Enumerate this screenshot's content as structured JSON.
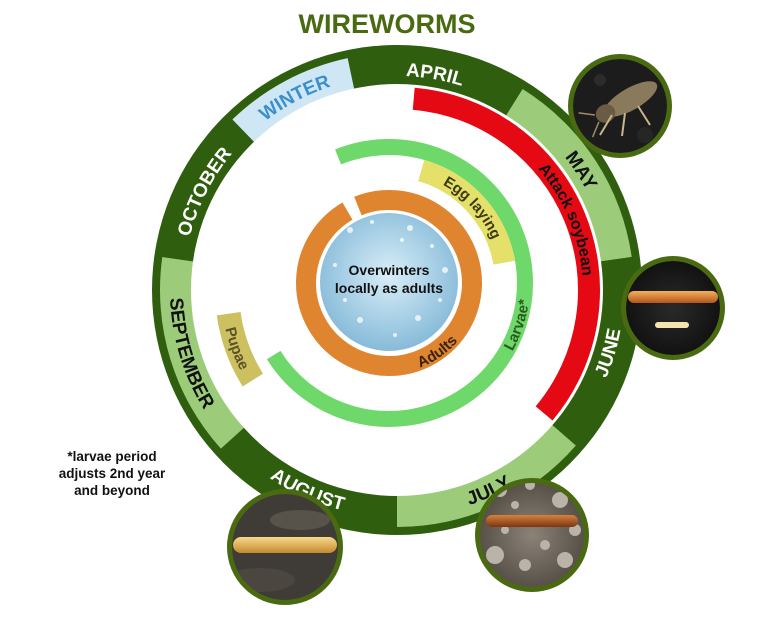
{
  "title": "WIREWORMS",
  "months": [
    {
      "key": "winter",
      "label": "WINTER",
      "fill": "#cfe7f5",
      "text": "#3a8fcc"
    },
    {
      "key": "april",
      "label": "APRIL",
      "fill": "#2e5e0e",
      "text": "#ffffff"
    },
    {
      "key": "may",
      "label": "MAY",
      "fill": "#9ccc7a",
      "text": "#111111"
    },
    {
      "key": "june",
      "label": "JUNE",
      "fill": "#2e5e0e",
      "text": "#ffffff"
    },
    {
      "key": "july",
      "label": "JULY",
      "fill": "#9ccc7a",
      "text": "#111111"
    },
    {
      "key": "august",
      "label": "AUGUST",
      "fill": "#2e5e0e",
      "text": "#ffffff"
    },
    {
      "key": "september",
      "label": "SEPTEMBER",
      "fill": "#9ccc7a",
      "text": "#111111"
    },
    {
      "key": "october",
      "label": "OCTOBER",
      "fill": "#2e5e0e",
      "text": "#ffffff"
    }
  ],
  "stages": {
    "attack": "Attack soybean",
    "egg_laying": "Egg laying",
    "adults": "Adults",
    "larvae": "Larvae*",
    "pupae": "Pupae"
  },
  "center_text": [
    "Overwinters",
    "locally as adults"
  ],
  "footnote": [
    "*larvae period",
    "adjusts 2nd year",
    "and beyond"
  ],
  "photos": [
    {
      "key": "adult-beetle",
      "icon": "beetle-photo"
    },
    {
      "key": "larva-orange",
      "icon": "larva-photo"
    },
    {
      "key": "larva-on-soil",
      "icon": "larva-soil-photo"
    },
    {
      "key": "larva-yellow",
      "icon": "larva-yellow-photo"
    }
  ],
  "colors": {
    "ring_dark": "#2e5e0e",
    "ring_light": "#9ccc7a",
    "attack": "#e50914",
    "egg": "#e4e06a",
    "adults": "#e0852f",
    "larvae": "#6fd86a",
    "pupae": "#cdc060",
    "title": "#4a6a12",
    "photo_border": "#4a6a12"
  }
}
